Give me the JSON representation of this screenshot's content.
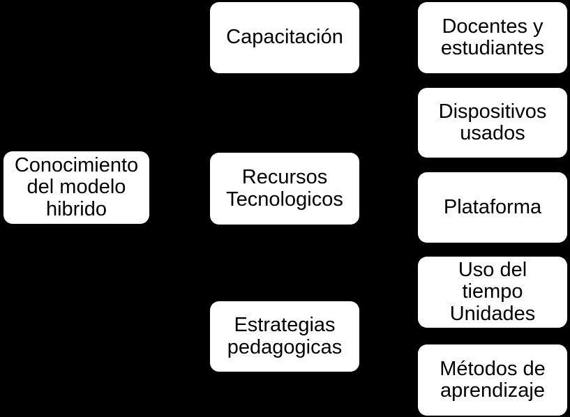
{
  "diagram": {
    "type": "hierarchy-tree",
    "background_color": "#000000",
    "node_fill_color": "#ffffff",
    "node_text_color": "#000000",
    "root": {
      "id": "conocimiento-modelo-hibrido",
      "label": "Conocimiento\ndel modelo\nhibrido"
    },
    "branches": [
      {
        "id": "capacitacion",
        "label": "Capacitación",
        "leaves": [
          {
            "id": "docentes-y-estudiantes",
            "label": "Docentes y\nestudiantes"
          }
        ]
      },
      {
        "id": "recursos-tecnologicos",
        "label": "Recursos\nTecnologicos",
        "leaves": [
          {
            "id": "dispositivos-usados",
            "label": "Dispositivos\nusados"
          },
          {
            "id": "plataforma",
            "label": "Plataforma"
          }
        ]
      },
      {
        "id": "estrategias-pedagogicas",
        "label": "Estrategias\npedagogicas",
        "leaves": [
          {
            "id": "uso-del-tiempo-unidades",
            "label": "Uso del\ntiempo\nUnidades"
          },
          {
            "id": "metodos-de-aprendizaje",
            "label": "Métodos de\naprendizaje"
          }
        ]
      }
    ]
  }
}
